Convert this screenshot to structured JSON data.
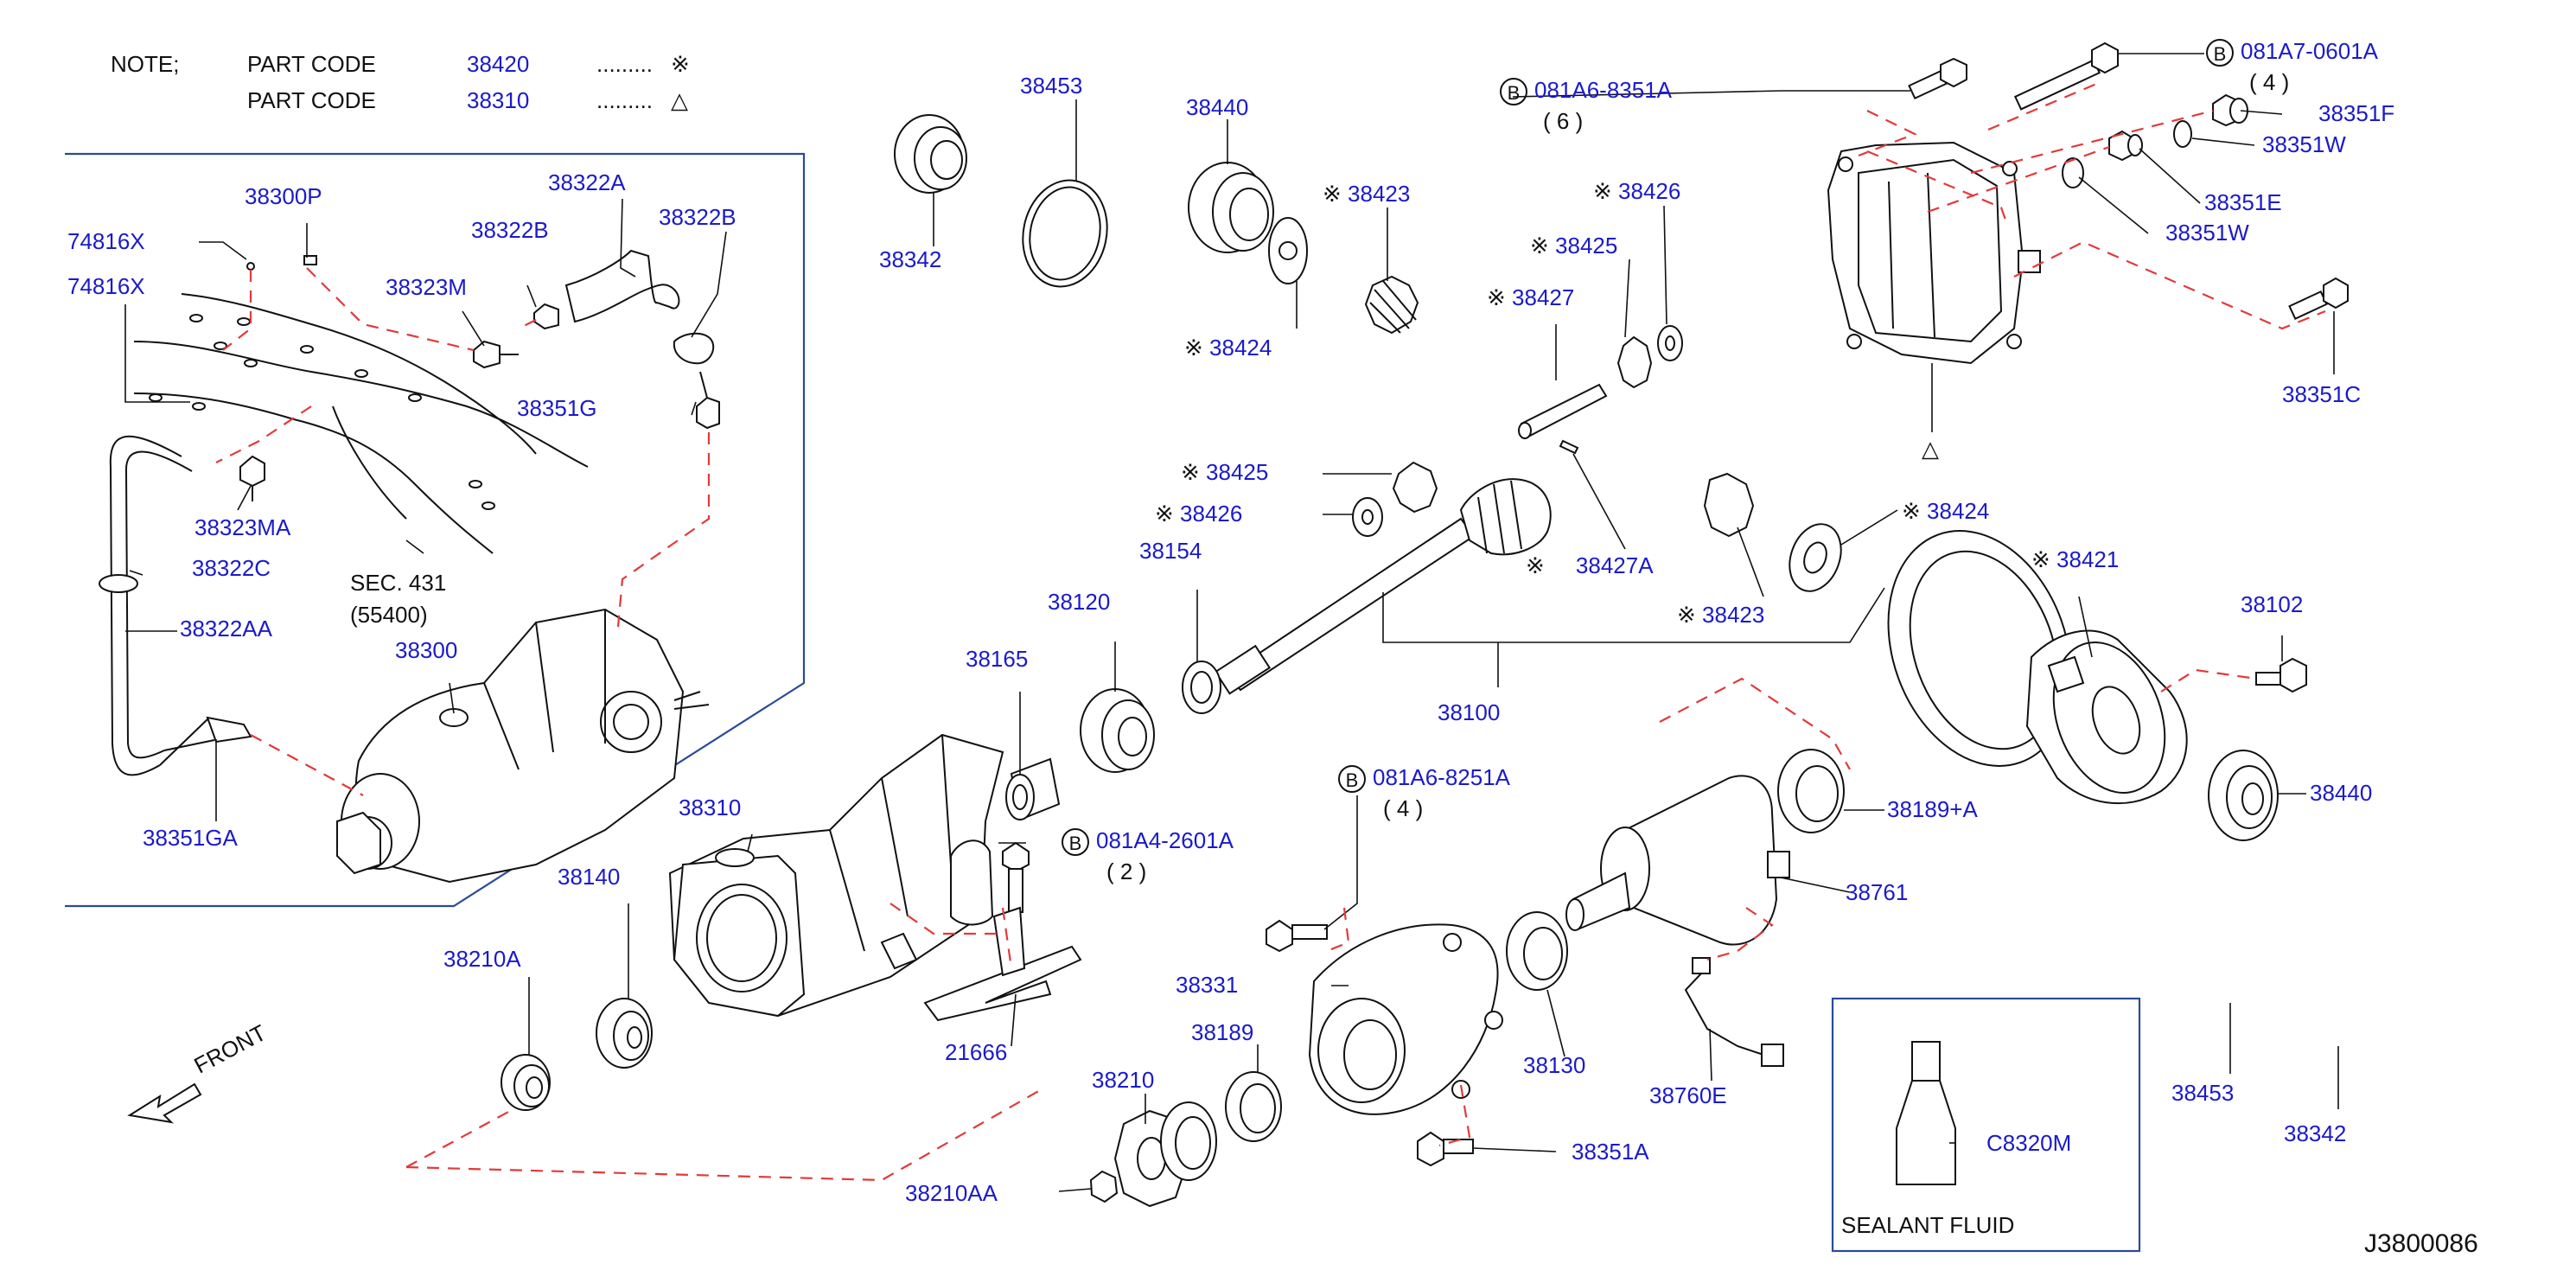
{
  "note": {
    "title": "NOTE;",
    "rows": [
      {
        "label": "PART   CODE",
        "code": "38420",
        "dots": ".........",
        "symbol": "※"
      },
      {
        "label": "PART   CODE",
        "code": "38310",
        "dots": ".........",
        "symbol": "△"
      }
    ]
  },
  "parts": [
    {
      "id": "p74816x_a",
      "text": "74816X"
    },
    {
      "id": "p74816x_b",
      "text": "74816X"
    },
    {
      "id": "p38300p",
      "text": "38300P"
    },
    {
      "id": "p38322a",
      "text": "38322A"
    },
    {
      "id": "p38322b_a",
      "text": "38322B"
    },
    {
      "id": "p38322b_b",
      "text": "38322B"
    },
    {
      "id": "p38323m",
      "text": "38323M"
    },
    {
      "id": "p38351g",
      "text": "38351G"
    },
    {
      "id": "p38323ma",
      "text": "38323MA"
    },
    {
      "id": "p38322c",
      "text": "38322C"
    },
    {
      "id": "p38322aa",
      "text": "38322AA"
    },
    {
      "id": "p38300",
      "text": "38300"
    },
    {
      "id": "p38351ga",
      "text": "38351GA"
    },
    {
      "id": "p38453_a",
      "text": "38453"
    },
    {
      "id": "p38342_a",
      "text": "38342"
    },
    {
      "id": "p38440_a",
      "text": "38440"
    },
    {
      "id": "p38423_a",
      "text": "38423",
      "mark": "※"
    },
    {
      "id": "p38424_a",
      "text": "38424",
      "mark": "※"
    },
    {
      "id": "p38426_a",
      "text": "38426",
      "mark": "※"
    },
    {
      "id": "p38425_a",
      "text": "38425",
      "mark": "※"
    },
    {
      "id": "p38427",
      "text": "38427",
      "mark": "※"
    },
    {
      "id": "p38425_b",
      "text": "38425",
      "mark": "※"
    },
    {
      "id": "p38426_b",
      "text": "38426",
      "mark": "※"
    },
    {
      "id": "p38154",
      "text": "38154"
    },
    {
      "id": "p38427a",
      "text": "38427A",
      "mark": "※"
    },
    {
      "id": "p38424_b",
      "text": "38424",
      "mark": "※"
    },
    {
      "id": "p38423_b",
      "text": "38423",
      "mark": "※"
    },
    {
      "id": "p38421",
      "text": "38421",
      "mark": "※"
    },
    {
      "id": "p38102",
      "text": "38102"
    },
    {
      "id": "p38120",
      "text": "38120"
    },
    {
      "id": "p38165",
      "text": "38165"
    },
    {
      "id": "p38100",
      "text": "38100"
    },
    {
      "id": "p38310",
      "text": "38310"
    },
    {
      "id": "p38140",
      "text": "38140"
    },
    {
      "id": "p38210a",
      "text": "38210A"
    },
    {
      "id": "p21666",
      "text": "21666"
    },
    {
      "id": "p38189a",
      "text": "38189+A"
    },
    {
      "id": "p38440_b",
      "text": "38440"
    },
    {
      "id": "p38761",
      "text": "38761"
    },
    {
      "id": "p38331",
      "text": "38331"
    },
    {
      "id": "p38189",
      "text": "38189"
    },
    {
      "id": "p38210",
      "text": "38210"
    },
    {
      "id": "p38130",
      "text": "38130"
    },
    {
      "id": "p38760e",
      "text": "38760E"
    },
    {
      "id": "p38351a",
      "text": "38351A"
    },
    {
      "id": "p38210aa",
      "text": "38210AA"
    },
    {
      "id": "p38453_b",
      "text": "38453"
    },
    {
      "id": "p38342_b",
      "text": "38342"
    },
    {
      "id": "pc8320m",
      "text": "C8320M"
    },
    {
      "id": "p38351f",
      "text": "38351F"
    },
    {
      "id": "p38351w_a",
      "text": "38351W"
    },
    {
      "id": "p38351e",
      "text": "38351E"
    },
    {
      "id": "p38351w_b",
      "text": "38351W"
    },
    {
      "id": "p38351c",
      "text": "38351C"
    }
  ],
  "bolts": [
    {
      "id": "b8351",
      "circle": "B",
      "code": "081A6-8351A",
      "qty": "( 6 )"
    },
    {
      "id": "b0601",
      "circle": "B",
      "code": "081A7-0601A",
      "qty": "( 4 )"
    },
    {
      "id": "b2601",
      "circle": "B",
      "code": "081A4-2601A",
      "qty": "( 2 )"
    },
    {
      "id": "b8251",
      "circle": "B",
      "code": "081A6-8251A",
      "qty": "( 4 )"
    }
  ],
  "texts": {
    "sec_line1": "SEC.   431",
    "sec_line2": "(55400)",
    "front": "FRONT",
    "sealant": "SEALANT   FLUID",
    "triangle_mark": "△",
    "diagram_code": "J3800086"
  },
  "colors": {
    "label_blue": "#1a1acc",
    "line": "#111111",
    "dash_red": "#e23a3a",
    "frame_blue": "#2a4a9a"
  }
}
